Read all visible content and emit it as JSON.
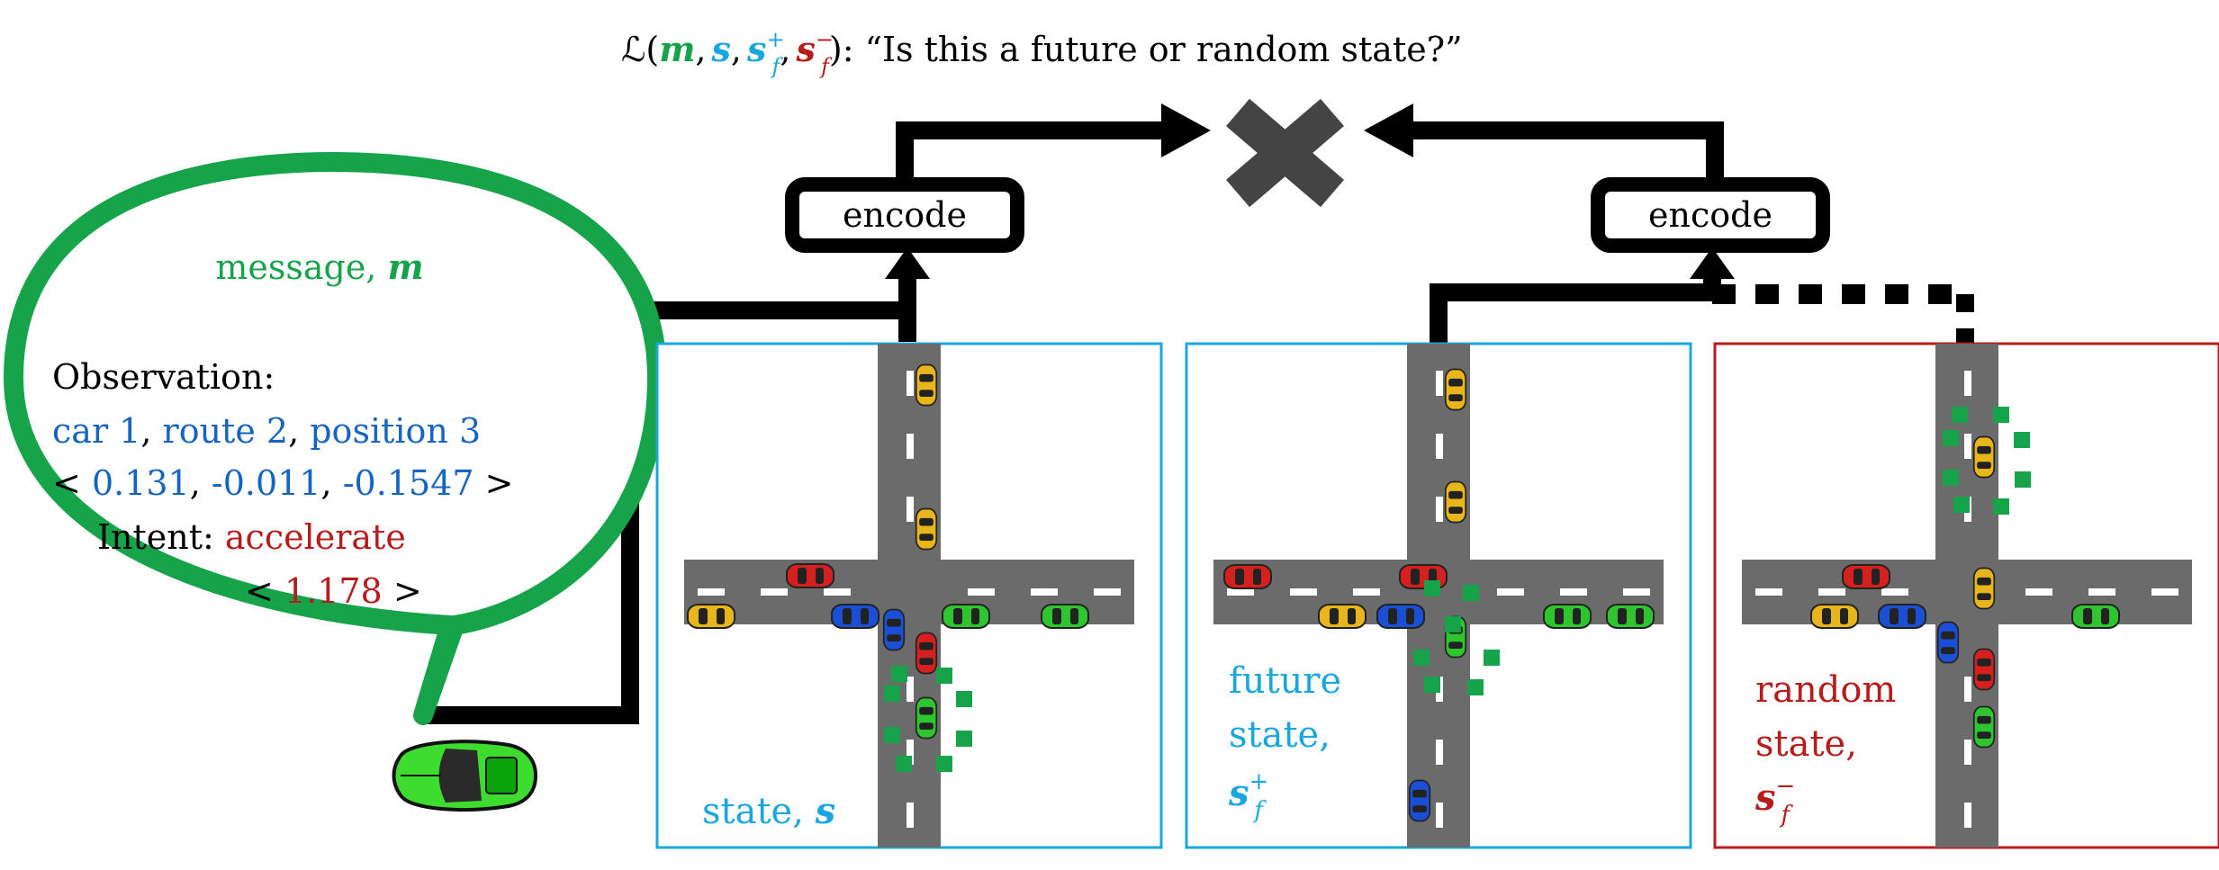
{
  "header": {
    "loss_symbol": "ℒ(",
    "arg_m": "m",
    "sep1": ",",
    "arg_s": "s",
    "sep2": ",",
    "arg_spos": "s",
    "arg_spos_sup": "+",
    "arg_spos_sub": "f",
    "sep3": ",",
    "arg_sneg": "s",
    "arg_sneg_sup": "−",
    "arg_sneg_sub": "f",
    "close": "):",
    "question": "“Is this a future or random state?”"
  },
  "encode_left": {
    "label": "encode"
  },
  "encode_right": {
    "label": "encode"
  },
  "message": {
    "title": "message, ",
    "title_var": "m",
    "obs_label": "Observation:",
    "car": "car 1",
    "route": "route 2",
    "position": "position 3",
    "vec_open": "<",
    "v1": "0.131",
    "v2": "-0.011",
    "v3": "-0.1547",
    "vec_close": ">",
    "intent_label": "Intent: ",
    "intent_value": "accelerate",
    "intent_open": "<",
    "intent_num": "1.178",
    "intent_close": ">"
  },
  "panels": {
    "state": {
      "label": "state, ",
      "var": "s"
    },
    "future": {
      "line1": "future",
      "line2": "state,",
      "var": "s",
      "sup": "+",
      "sub": "f"
    },
    "random": {
      "line1": "random",
      "line2": "state,",
      "var": "s",
      "sup": "−",
      "sub": "f"
    }
  },
  "colors": {
    "green": "#16a34a",
    "blue": "#1565c0",
    "cyan": "#1aa7e0",
    "red": "#b71c1c",
    "road": "#6b6b6b",
    "x_mark": "#444444"
  }
}
